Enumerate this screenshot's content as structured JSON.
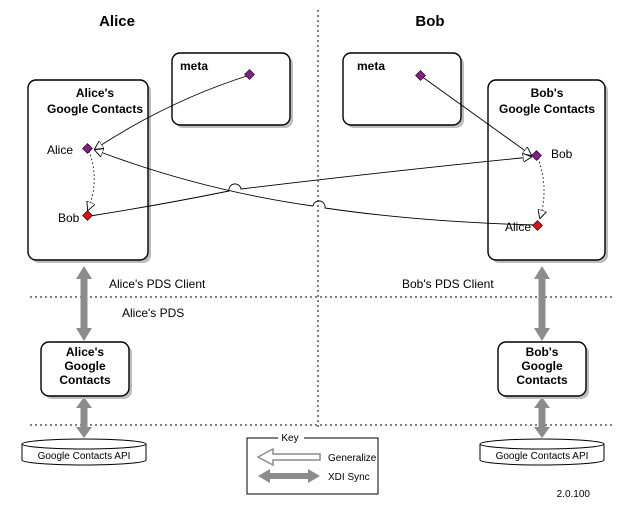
{
  "headers": {
    "left": "Alice",
    "right": "Bob"
  },
  "meta_label": "meta",
  "alice_contacts": {
    "title_line1": "Alice's",
    "title_line2": "Google Contacts",
    "entry_alice": "Alice",
    "entry_bob": "Bob"
  },
  "bob_contacts": {
    "title_line1": "Bob's",
    "title_line2": "Google Contacts",
    "entry_bob": "Bob",
    "entry_alice": "Alice"
  },
  "alice_pds_client": "Alice's PDS Client",
  "bob_pds_client": "Bob's PDS Client",
  "alice_pds": "Alice's PDS",
  "alice_pds_box": {
    "line1": "Alice's",
    "line2": "Google",
    "line3": "Contacts"
  },
  "bob_pds_box": {
    "line1": "Bob's",
    "line2": "Google",
    "line3": "Contacts"
  },
  "api_left": "Google Contacts API",
  "api_right": "Google Contacts API",
  "key": {
    "title": "Key",
    "generalize": "Generalize",
    "xdi_sync": "XDI Sync"
  },
  "version": "2.0.100",
  "colors": {
    "meta_node": "#8b1a8b",
    "contact_alice_node": "#8b1a8b",
    "contact_bob_node": "#e01010",
    "sync_arrow": "#8c8c8c"
  }
}
